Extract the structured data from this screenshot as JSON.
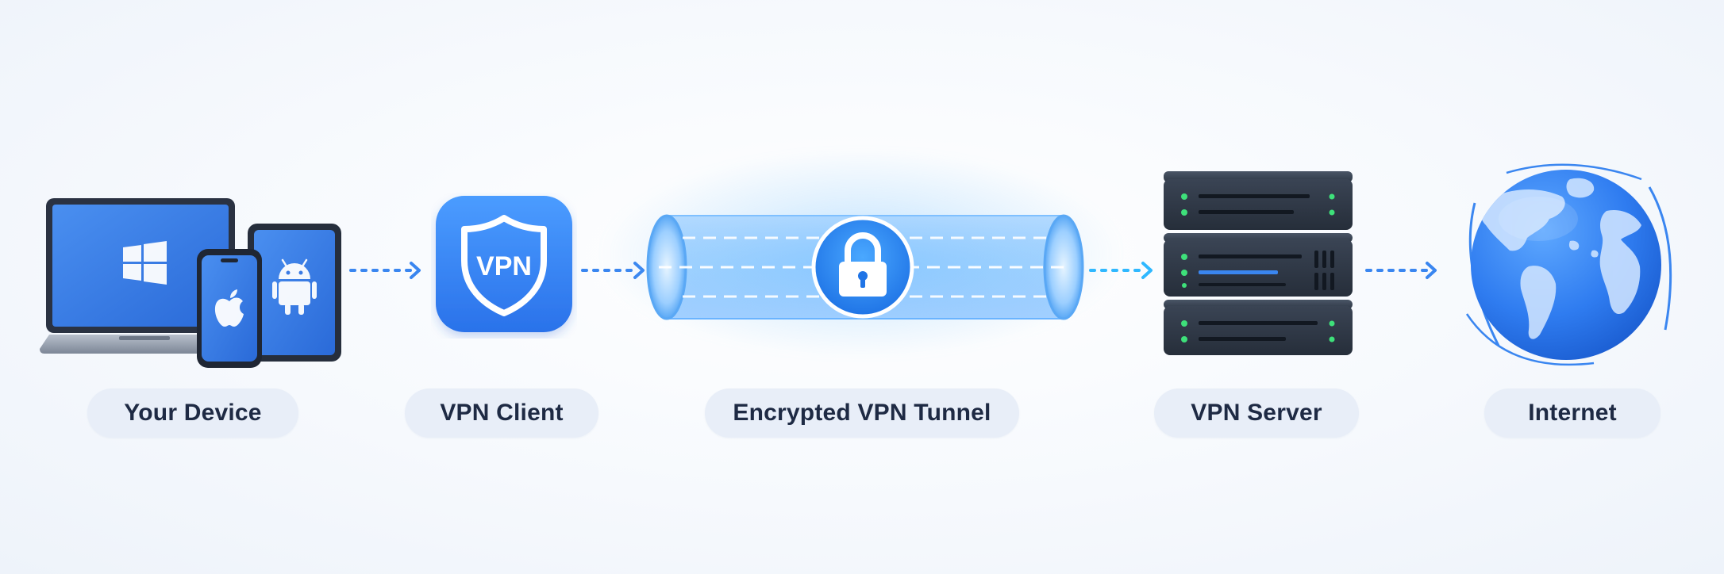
{
  "labels": {
    "device": "Your Device",
    "client": "VPN Client",
    "tunnel": "Encrypted VPN Tunnel",
    "server": "VPN Server",
    "internet": "Internet"
  },
  "client_badge": "VPN",
  "icons": {
    "device": [
      "laptop-icon",
      "windows-logo-icon",
      "phone-icon",
      "apple-logo-icon",
      "tablet-icon",
      "android-logo-icon"
    ],
    "client": "shield-icon",
    "tunnel": "lock-icon",
    "server": "server-rack-icon",
    "internet": "globe-icon"
  },
  "colors": {
    "accent": "#2f7cf0",
    "accent_light": "#5aa6ff",
    "tunnel_glow": "#48b0ff",
    "label_bg": "#e8eef8",
    "label_text": "#1e2a44",
    "server_body": "#2e3846",
    "server_led": "#3ee07a"
  }
}
